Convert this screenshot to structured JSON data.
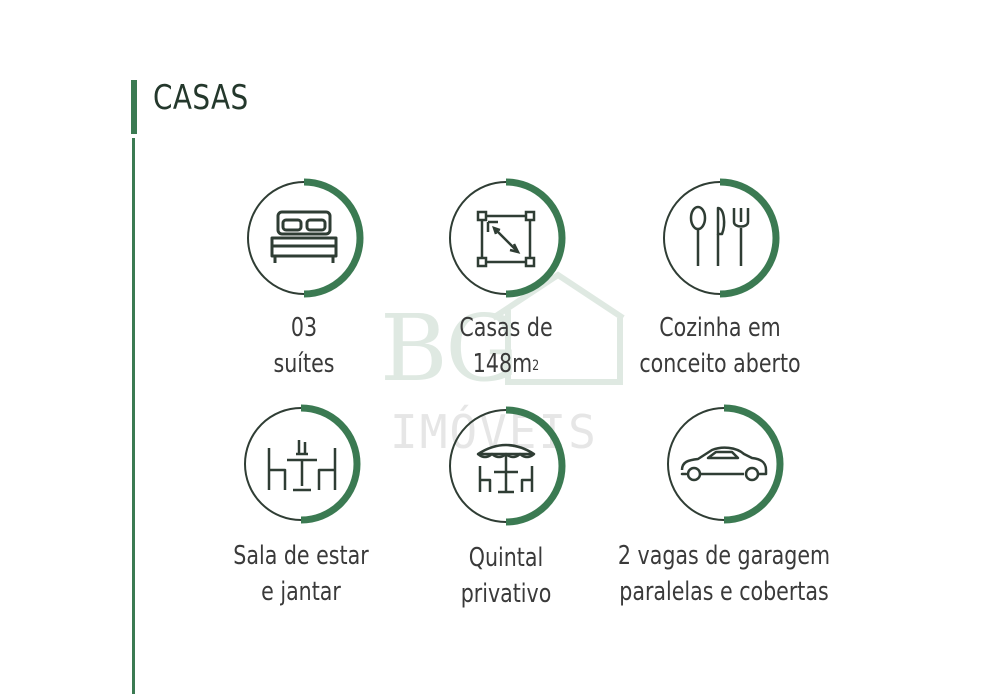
{
  "section": {
    "title": "CASAS"
  },
  "watermark": {
    "brand": "BG",
    "sub": "IMÓVEIS"
  },
  "colors": {
    "accent": "#3b7a52",
    "ring": "#2f3d34"
  },
  "features": [
    {
      "icon": "bed-icon",
      "line1": "03",
      "line2": "suítes"
    },
    {
      "icon": "area-icon",
      "line1": "Casas de",
      "line2": "148m",
      "sup": "2"
    },
    {
      "icon": "cutlery-icon",
      "line1": "Cozinha em",
      "line2": "conceito aberto"
    },
    {
      "icon": "dining-table-icon",
      "line1": "Sala de estar",
      "line2": "e jantar"
    },
    {
      "icon": "patio-umbrella-icon",
      "line1": "Quintal",
      "line2": "privativo"
    },
    {
      "icon": "car-icon",
      "line1": "2 vagas de garagem",
      "line2": "paralelas e cobertas"
    }
  ]
}
